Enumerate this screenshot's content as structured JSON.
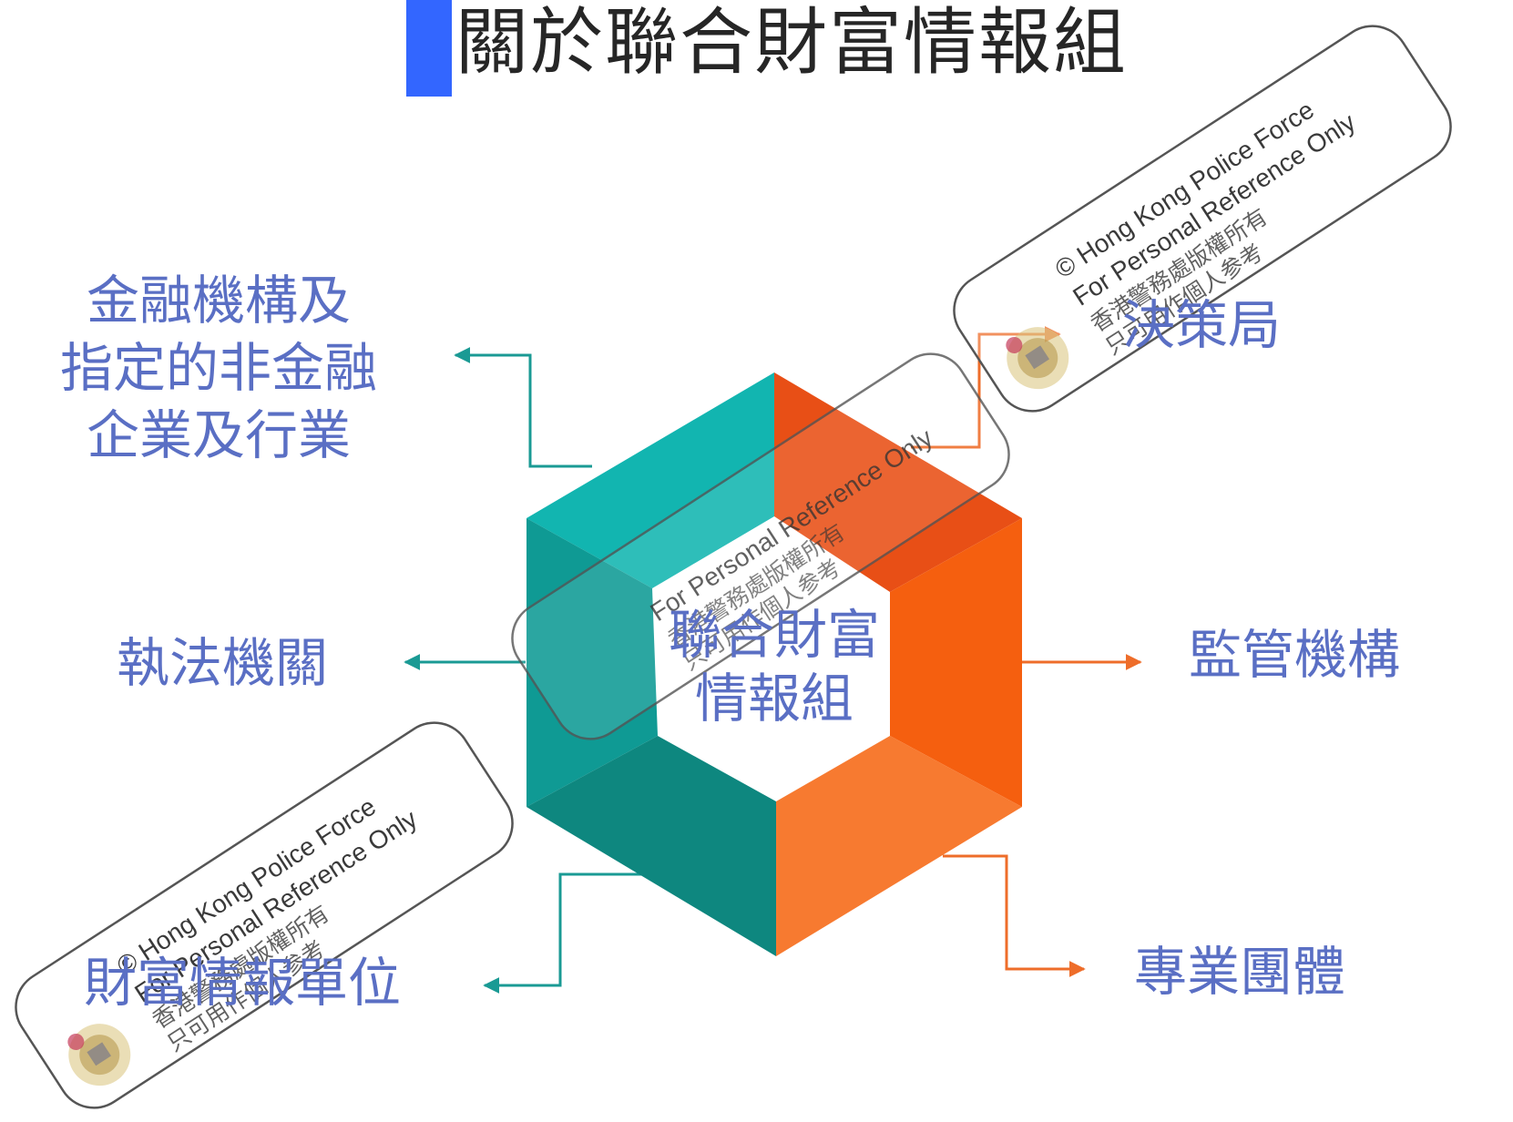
{
  "title": "關於聯合財富情報組",
  "center": {
    "line1": "聯合財富",
    "line2": "情報組"
  },
  "nodes": [
    {
      "id": "fi",
      "lines": [
        "金融機構及",
        "指定的非金融",
        "企業及行業"
      ]
    },
    {
      "id": "policy",
      "lines": [
        "決策局"
      ]
    },
    {
      "id": "enforce",
      "lines": [
        "執法機關"
      ]
    },
    {
      "id": "regulator",
      "lines": [
        "監管機構"
      ]
    },
    {
      "id": "fiu",
      "lines": [
        "財富情報單位"
      ]
    },
    {
      "id": "prof",
      "lines": [
        "專業團體"
      ]
    }
  ],
  "watermark": {
    "line1": "© Hong Kong Police Force",
    "line2": "For Personal Reference Only",
    "line3": "香港警務處版權所有",
    "line4": "只可用作個人参考"
  },
  "colors": {
    "title_bar": "#3366ff",
    "label": "#5a6fc4",
    "teal_top": "#12b5b0",
    "teal_left": "#0f9a94",
    "teal_bottom": "#0e877f",
    "orange_top": "#e84f16",
    "orange_right": "#f55f0f",
    "orange_bottom": "#f77a30",
    "teal_arrow": "#1a9a94",
    "orange_arrow": "#ee6d2a"
  }
}
